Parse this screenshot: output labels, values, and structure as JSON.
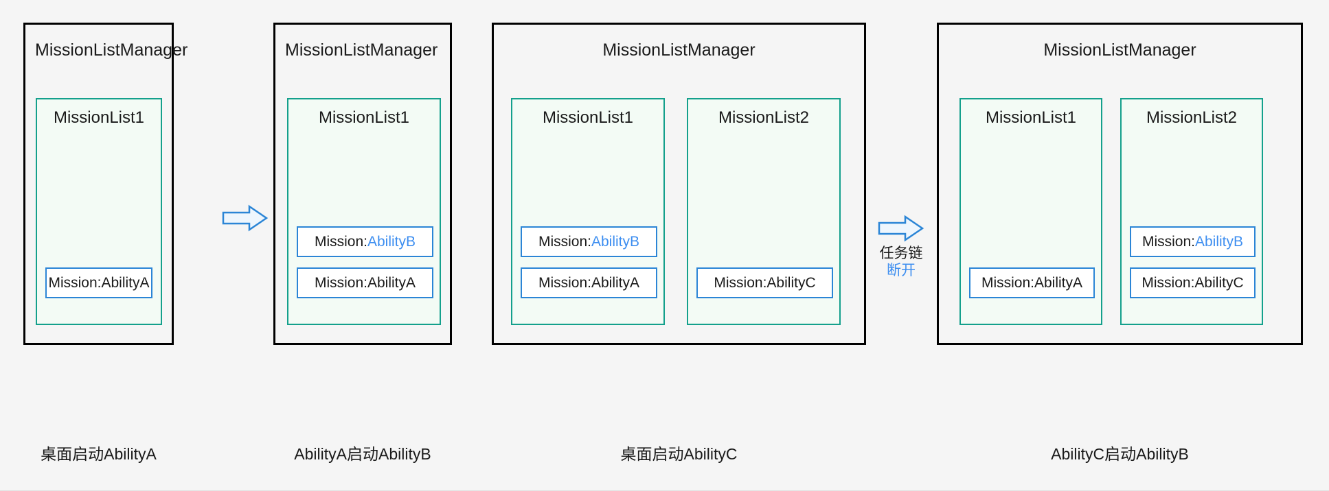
{
  "figure": {
    "title": "MissionListManager mission chain diagram",
    "colors": {
      "background": "#f5f5f5",
      "panel_border": "#000000",
      "list_border": "#14a08c",
      "list_fill": "#f3fbf5",
      "mission_border": "#2b85d6",
      "mission_fill": "#ffffff",
      "highlight_text": "#3d8ef0",
      "arrow_stroke": "#2b85d6",
      "arrow_fill": "#eef6fd"
    }
  },
  "panels": [
    {
      "id": "panel-1",
      "title": "MissionListManager",
      "title_align": "left",
      "caption": "桌面启动AbilityA",
      "lists": [
        {
          "id": "list-1-1",
          "title": "MissionList1",
          "missions": [
            {
              "prefix": "Mission:",
              "name": "AbilityA",
              "highlight": false
            }
          ]
        }
      ]
    },
    {
      "id": "panel-2",
      "title": "MissionListManager",
      "title_align": "left",
      "caption": "AbilityA启动AbilityB",
      "lists": [
        {
          "id": "list-2-1",
          "title": "MissionList1",
          "missions": [
            {
              "prefix": "Mission:",
              "name": "AbilityB",
              "highlight": true
            },
            {
              "prefix": "Mission:",
              "name": "AbilityA",
              "highlight": false
            }
          ]
        }
      ]
    },
    {
      "id": "panel-3",
      "title": "MissionListManager",
      "title_align": "center",
      "caption": "桌面启动AbilityC",
      "lists": [
        {
          "id": "list-3-1",
          "title": "MissionList1",
          "missions": [
            {
              "prefix": "Mission:",
              "name": "AbilityB",
              "highlight": true
            },
            {
              "prefix": "Mission:",
              "name": "AbilityA",
              "highlight": false
            }
          ]
        },
        {
          "id": "list-3-2",
          "title": "MissionList2",
          "missions": [
            {
              "prefix": "Mission:",
              "name": "AbilityC",
              "highlight": false
            }
          ]
        }
      ]
    },
    {
      "id": "panel-4",
      "title": "MissionListManager",
      "title_align": "center",
      "caption": "AbilityC启动AbilityB",
      "lists": [
        {
          "id": "list-4-1",
          "title": "MissionList1",
          "missions": [
            {
              "prefix": "Mission:",
              "name": "AbilityA",
              "highlight": false
            }
          ]
        },
        {
          "id": "list-4-2",
          "title": "MissionList2",
          "missions": [
            {
              "prefix": "Mission:",
              "name": "AbilityB",
              "highlight": true
            },
            {
              "prefix": "Mission:",
              "name": "AbilityC",
              "highlight": false
            }
          ]
        }
      ]
    }
  ],
  "arrows": [
    {
      "id": "arrow-1",
      "label_line1": "",
      "label_line2": ""
    },
    {
      "id": "arrow-2",
      "label_line1": "任务链",
      "label_line2": "断开"
    }
  ]
}
